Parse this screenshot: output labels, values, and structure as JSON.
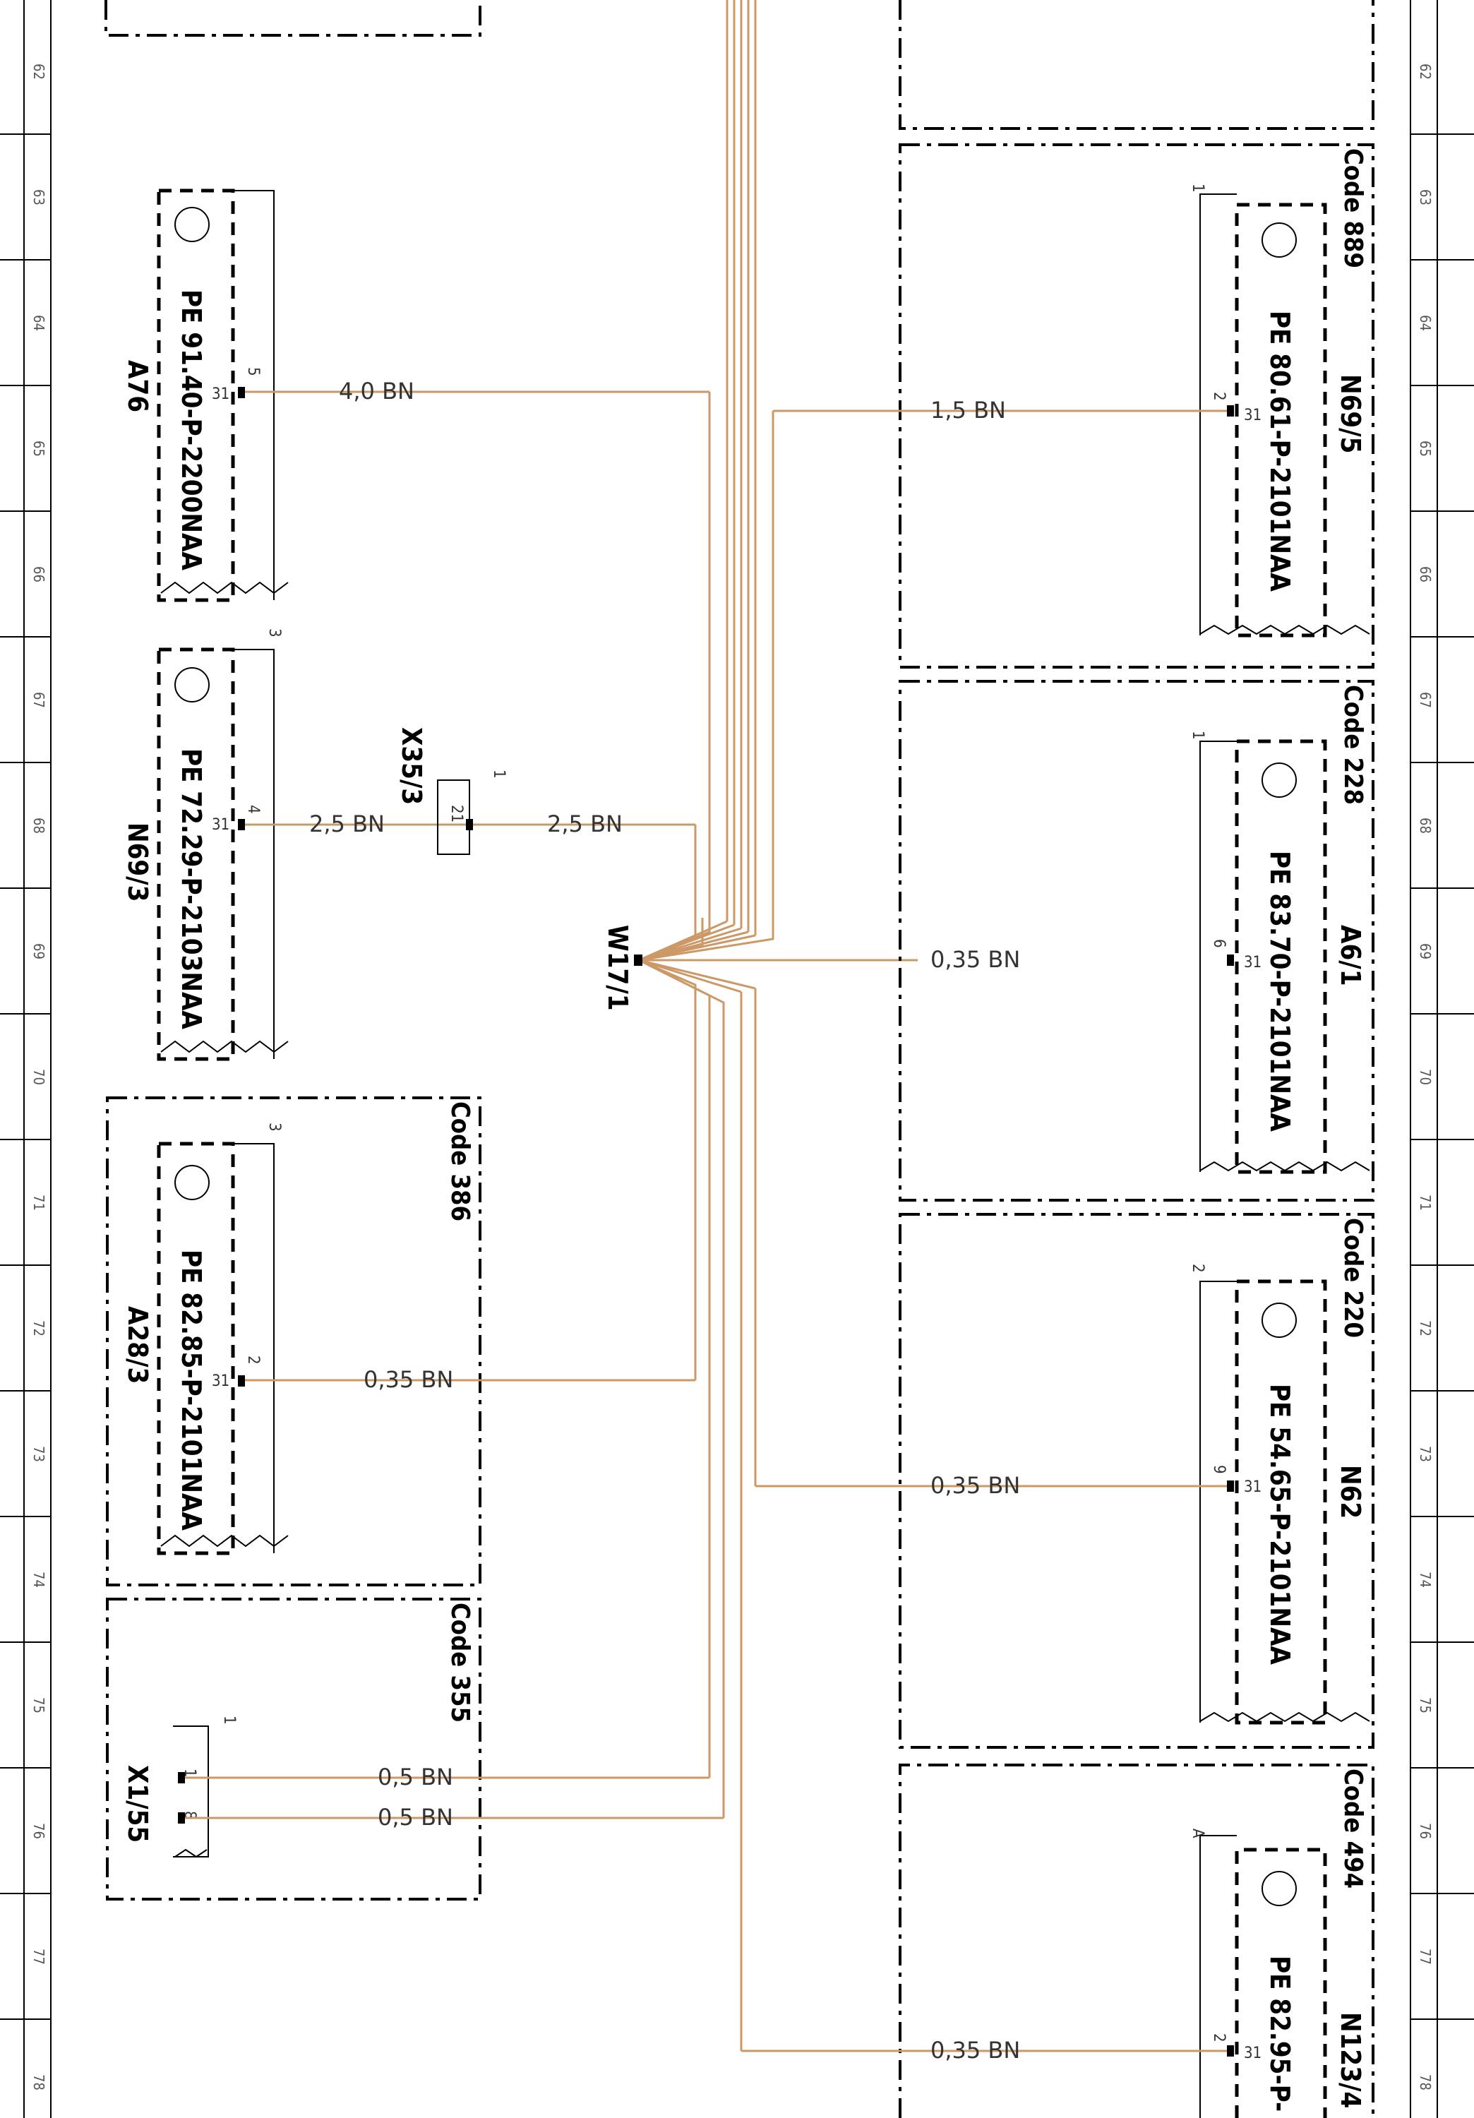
{
  "rows": [
    "62",
    "63",
    "64",
    "65",
    "66",
    "67",
    "68",
    "69",
    "70",
    "71",
    "72",
    "73",
    "74",
    "75",
    "76",
    "77",
    "78"
  ],
  "splice": "W17/1",
  "connector_x35": {
    "name": "X35/3",
    "pin": "21",
    "count": "1"
  },
  "left": {
    "a76": {
      "label": "A76",
      "part": "PE 91.40-P-2200NAA",
      "pin": "5",
      "gnd": "31",
      "wire": "4,0 BN"
    },
    "n693": {
      "label": "N69/3",
      "part": "PE 72.29-P-2103NAA",
      "pin": "4",
      "gnd": "31",
      "wire": "2,5 BN",
      "wire2": "2,5 BN",
      "count": "3"
    },
    "a283": {
      "label": "A28/3",
      "part": "PE 82.85-P-2101NAA",
      "pin": "2",
      "gnd": "31",
      "wire": "0,35 BN",
      "code": "Code 386",
      "count": "3"
    },
    "x155": {
      "label": "X1/55",
      "code": "Code 355",
      "pin1": "1",
      "pin2": "8",
      "wire1": "0,5 BN",
      "wire2": "0,5 BN",
      "count": "1"
    }
  },
  "right": {
    "n695": {
      "label": "N69/5",
      "part": "PE 80.61-P-2101NAA",
      "pin": "2",
      "gnd": "31",
      "wire": "1,5 BN",
      "code": "Code 889",
      "count": "1"
    },
    "a61": {
      "label": "A6/1",
      "part": "PE 83.70-P-2101NAA",
      "pin": "6",
      "gnd": "31",
      "wire": "0,35 BN",
      "code": "Code 228",
      "count": "1"
    },
    "n62": {
      "label": "N62",
      "part": "PE 54.65-P-2101NAA",
      "pin": "9",
      "gnd": "31",
      "wire": "0,35 BN",
      "code": "Code 220",
      "count": "2"
    },
    "n1234": {
      "label": "N123/4",
      "part": "PE 82.95-P-",
      "pin": "2",
      "gnd": "31",
      "wire": "0,35 BN",
      "code": "Code 494",
      "count": "A"
    }
  },
  "colors": {
    "wire": "#cc9966",
    "frame": "#000000"
  }
}
